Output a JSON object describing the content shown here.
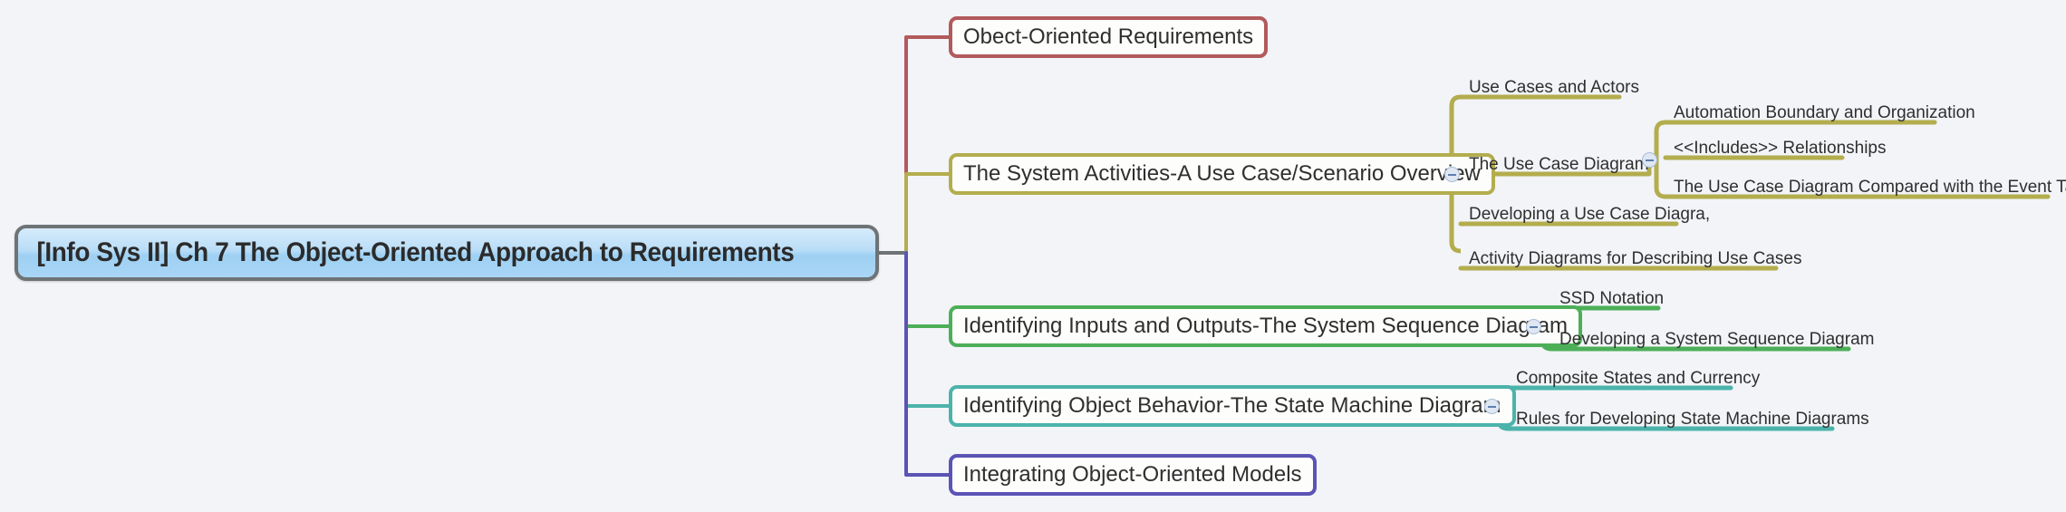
{
  "diagram": {
    "type": "mind-map",
    "background_color": "#f2f4f8",
    "root": {
      "label": "[Info Sys II] Ch 7 The Object-Oriented Approach to Requirements",
      "border_color": "#6e7376",
      "fill_color": "#b9ddf7"
    },
    "branches": [
      {
        "label": "Obect-Oriented Requirements",
        "color": "#b25a5c",
        "children": []
      },
      {
        "label": "The System Activities-A Use Case/Scenario Overview",
        "color": "#b3ad4e",
        "collapse_icon": "minus-circle-icon",
        "children": [
          {
            "label": "Use Cases and Actors",
            "children": []
          },
          {
            "label": "The Use Case Diagram",
            "collapse_icon": "minus-circle-icon",
            "children": [
              {
                "label": "Automation Boundary and Organization"
              },
              {
                "label": "<<Includes>> Relationships"
              },
              {
                "label": "The Use Case Diagram Compared with the Event Table"
              }
            ]
          },
          {
            "label": "Developing a Use Case Diagra,",
            "children": []
          },
          {
            "label": "Activity Diagrams for Describing Use Cases",
            "children": []
          }
        ]
      },
      {
        "label": "Identifying Inputs and Outputs-The System Sequence Diagram",
        "color": "#4caf58",
        "collapse_icon": "minus-circle-icon",
        "children": [
          {
            "label": "SSD Notation"
          },
          {
            "label": "Developing a System Sequence Diagram"
          }
        ]
      },
      {
        "label": "Identifying Object Behavior-The State Machine Diagram",
        "color": "#4cb3ab",
        "collapse_icon": "minus-circle-icon",
        "children": [
          {
            "label": "Composite States and Currency"
          },
          {
            "label": "Rules for Developing State Machine Diagrams"
          }
        ]
      },
      {
        "label": "Integrating Object-Oriented Models",
        "color": "#5b54b5",
        "children": []
      }
    ]
  }
}
